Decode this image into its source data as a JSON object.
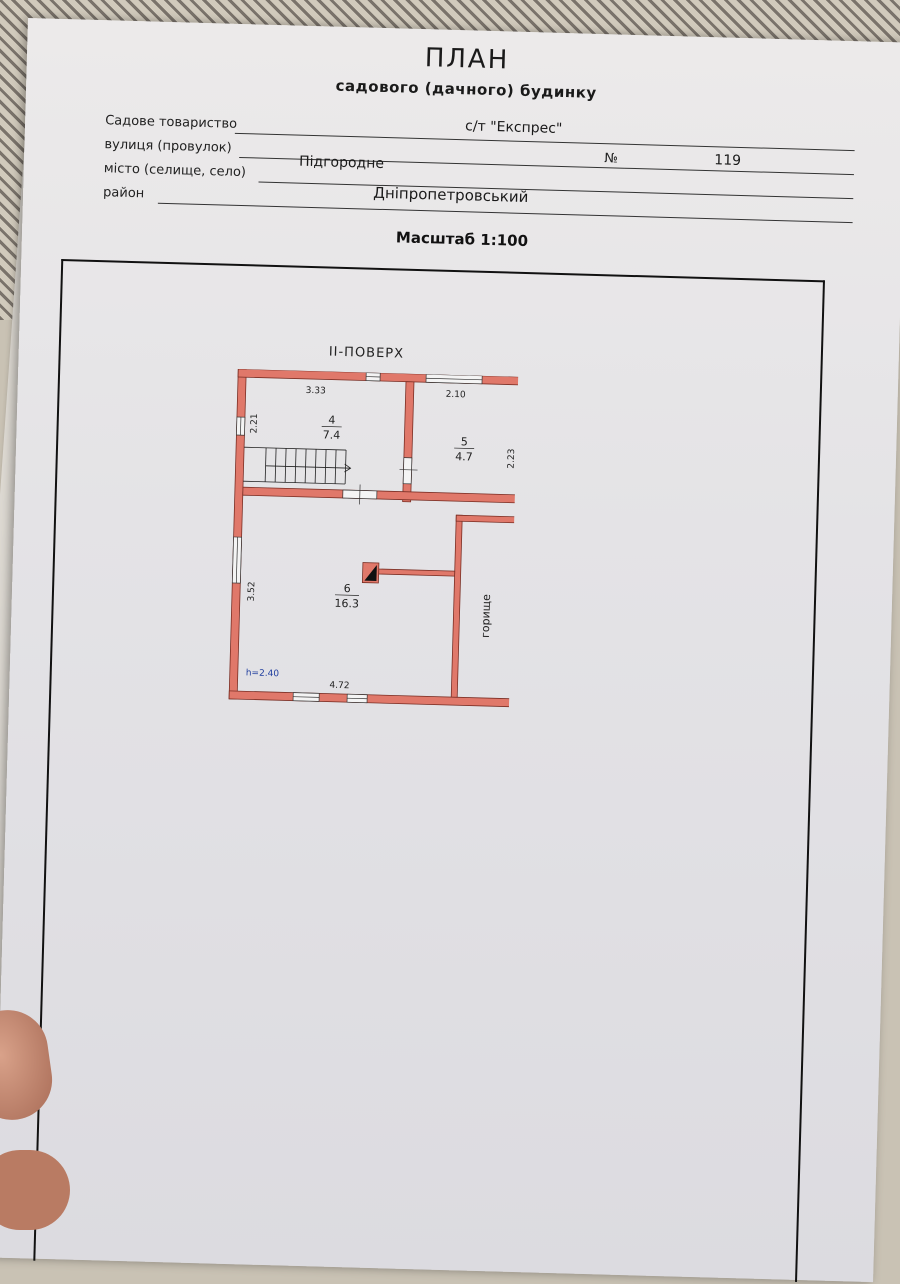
{
  "header": {
    "title": "ПЛАН",
    "subtitle": "садового (дачного) будинку"
  },
  "form": {
    "society_label": "Садове товариство",
    "society_value": "с/т \"Експрес\"",
    "street_label": "вулиця (провулок)",
    "number_label": "№",
    "number_value": "119",
    "city_label": "місто (селище, село)",
    "city_value": "Підгородне",
    "district_label": "район",
    "district_value": "Дніпропетровський",
    "scale": "Масштаб 1:100"
  },
  "plan": {
    "floor_label": "II-ПОВЕРХ",
    "dims": {
      "top_left": "3.33",
      "top_right": "2.10",
      "left_upper": "2.21",
      "right_upper": "2.23",
      "left_lower": "3.52",
      "bottom": "4.72",
      "height": "h=2.40"
    },
    "rooms": [
      {
        "number": "4",
        "area": "7.4"
      },
      {
        "number": "5",
        "area": "4.7"
      },
      {
        "number": "6",
        "area": "16.3"
      }
    ],
    "attic_label": "горище",
    "wall_color": "#e0786a"
  }
}
